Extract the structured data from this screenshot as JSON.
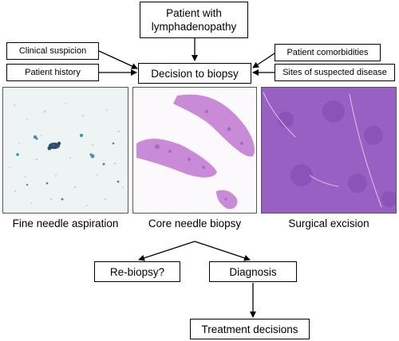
{
  "boxes": {
    "patient": "Patient with lymphadenopathy",
    "clinical_suspicion": "Clinical suspicion",
    "patient_history": "Patient history",
    "decision": "Decision to biopsy",
    "comorbidities": "Patient comorbidities",
    "sites": "Sites of suspected disease",
    "rebiopsy": "Re-biopsy?",
    "diagnosis": "Diagnosis",
    "treatment": "Treatment decisions"
  },
  "captions": {
    "fna": "Fine needle aspiration",
    "core": "Core needle biopsy",
    "surgical": "Surgical excision"
  },
  "colors": {
    "fna_stain": "#3e8fa8",
    "he_pink": "#c98ad8",
    "he_purple": "#8a50b8",
    "line": "#000000"
  }
}
